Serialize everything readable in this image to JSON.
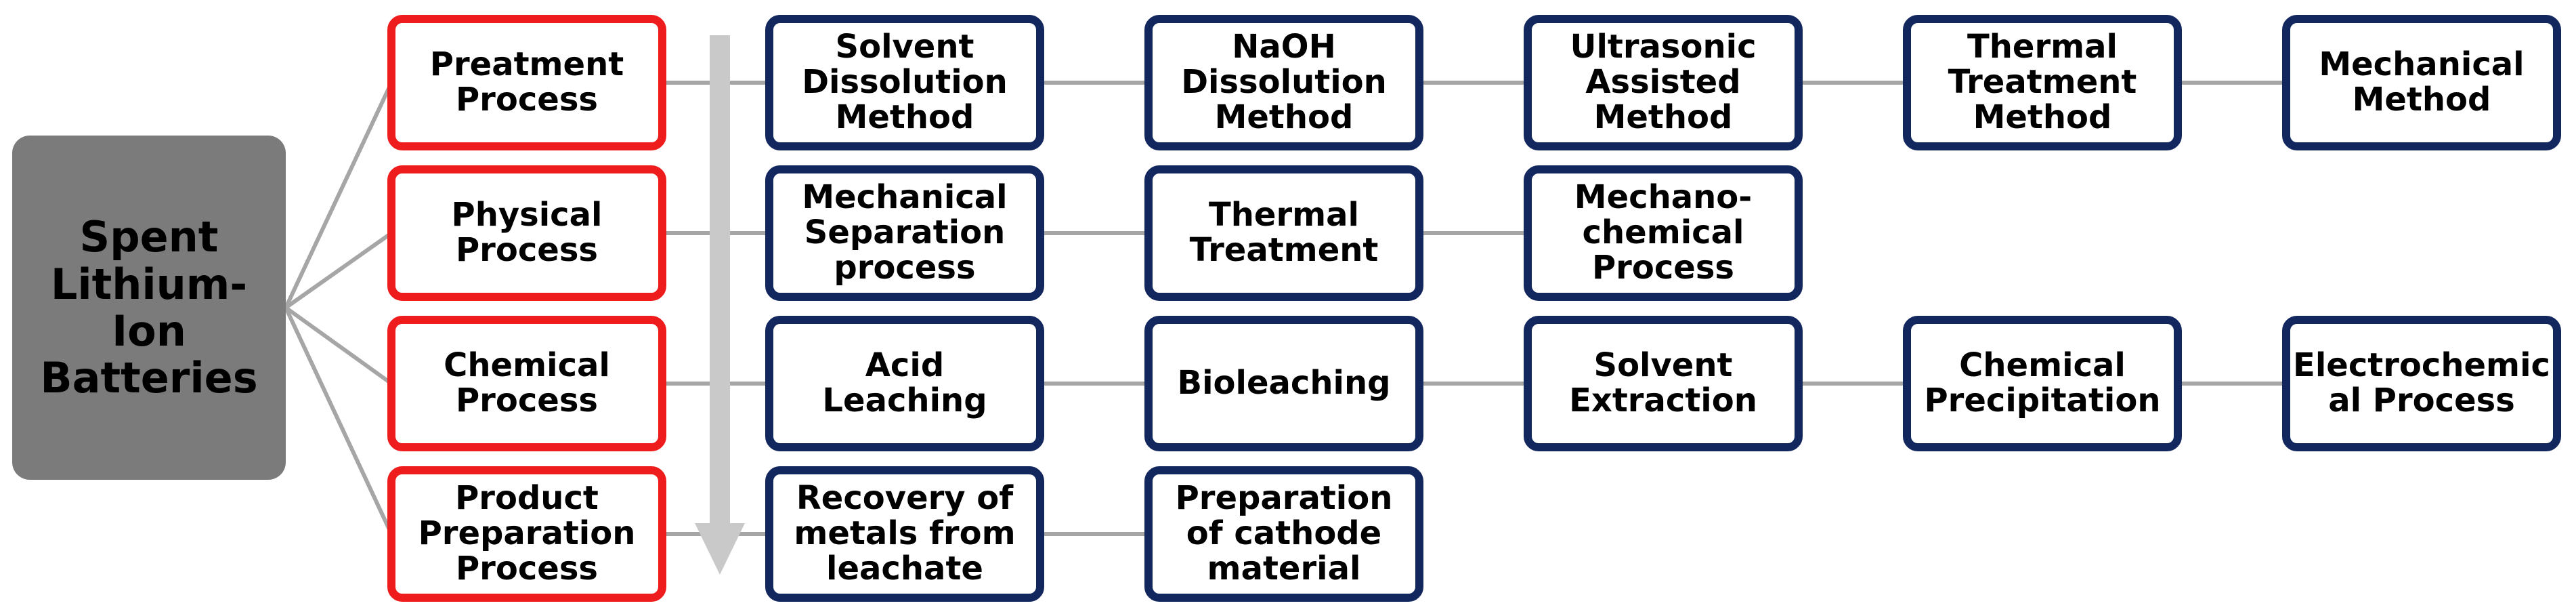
{
  "root": "Spent\nLithium-\nIon\nBatteries",
  "colors": {
    "root_fill": "#7b7b7b",
    "stage_border": "#ee1c1c",
    "method_border": "#13275f",
    "connector": "#a6a6a6",
    "arrow": "#c9c9c9"
  },
  "rows": [
    {
      "stage": "Preatment\nProcess",
      "methods": [
        "Solvent\nDissolution\nMethod",
        "NaOH\nDissolution\nMethod",
        "Ultrasonic\nAssisted\nMethod",
        "Thermal\nTreatment\nMethod",
        "Mechanical\nMethod"
      ]
    },
    {
      "stage": "Physical\nProcess",
      "methods": [
        "Mechanical\nSeparation\nprocess",
        "Thermal\nTreatment",
        "Mechano-\nchemical\nProcess"
      ]
    },
    {
      "stage": "Chemical\nProcess",
      "methods": [
        "Acid Leaching",
        "Bioleaching",
        "Solvent\nExtraction",
        "Chemical\nPrecipitation",
        "Electrochemic\nal Process"
      ]
    },
    {
      "stage": "Product\nPreparation\nProcess",
      "methods": [
        "Recovery of\nmetals from\nleachate",
        "Preparation\nof cathode\nmaterial"
      ]
    }
  ]
}
